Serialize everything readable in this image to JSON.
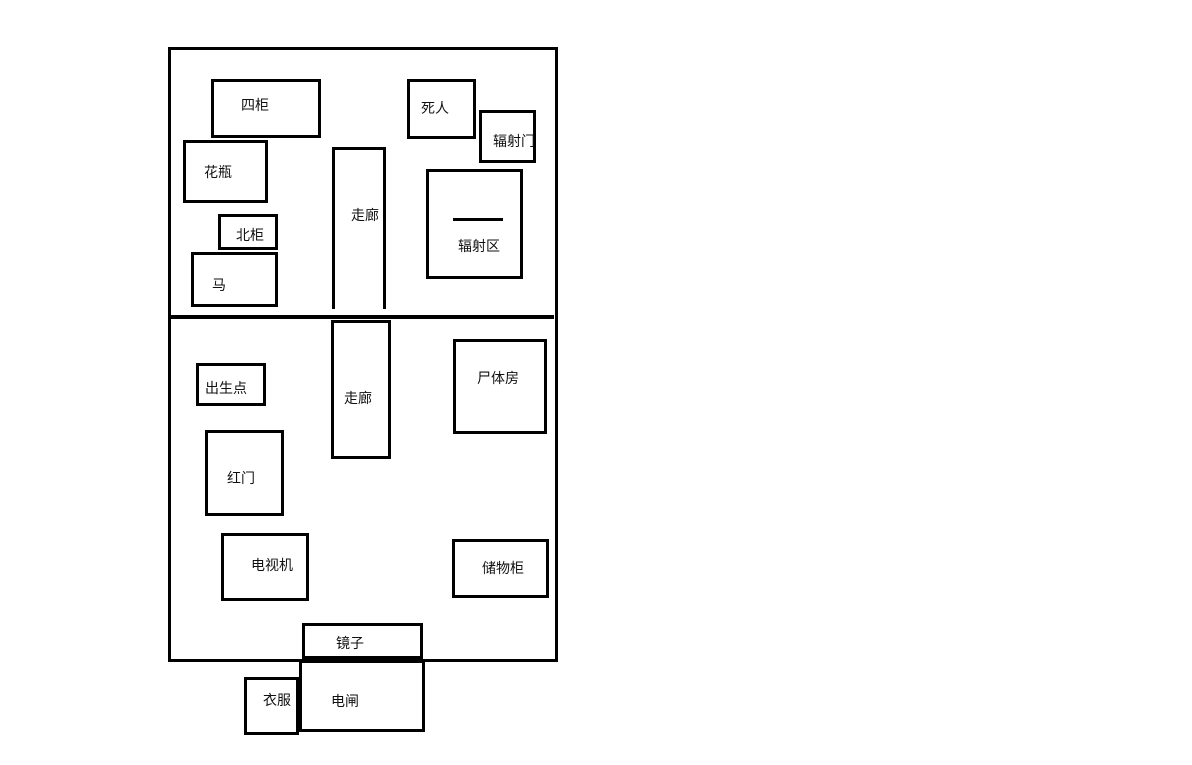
{
  "diagram": {
    "labels": {
      "four_cabinet": "四柜",
      "vase": "花瓶",
      "north_cabinet": "北柜",
      "horse": "马",
      "corridor_upper": "走廊",
      "dead_person": "死人",
      "radiation_door": "辐射门",
      "radiation_zone": "辐射区",
      "spawn_point": "出生点",
      "corridor_lower": "走廊",
      "morgue": "尸体房",
      "red_door": "红门",
      "tv": "电视机",
      "storage_cabinet": "储物柜",
      "mirror": "镜子",
      "clothes": "衣服",
      "breaker": "电闸"
    },
    "colors": {
      "stroke": "#000000",
      "background": "#ffffff",
      "text": "#111111"
    }
  }
}
